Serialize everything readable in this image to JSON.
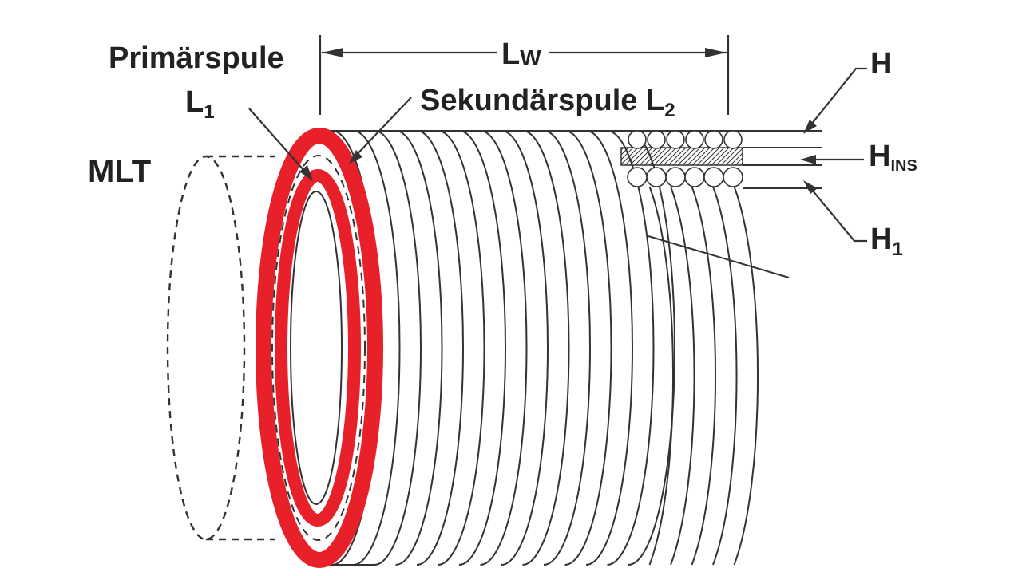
{
  "labels": {
    "primary_coil": "Primärspule",
    "l1_main": "L",
    "l1_sub": "1",
    "secondary_coil": "Sekundärspule L",
    "l2_sub": "2",
    "lw_main": "L",
    "lw_sub": "W",
    "mlt": "MLT",
    "h": "H",
    "hins_main": "H",
    "hins_sub": "INS",
    "h1_main": "H",
    "h1_sub": "1"
  },
  "colors": {
    "accent_red": "#e8202a",
    "line": "#333333",
    "background": "#ffffff"
  }
}
